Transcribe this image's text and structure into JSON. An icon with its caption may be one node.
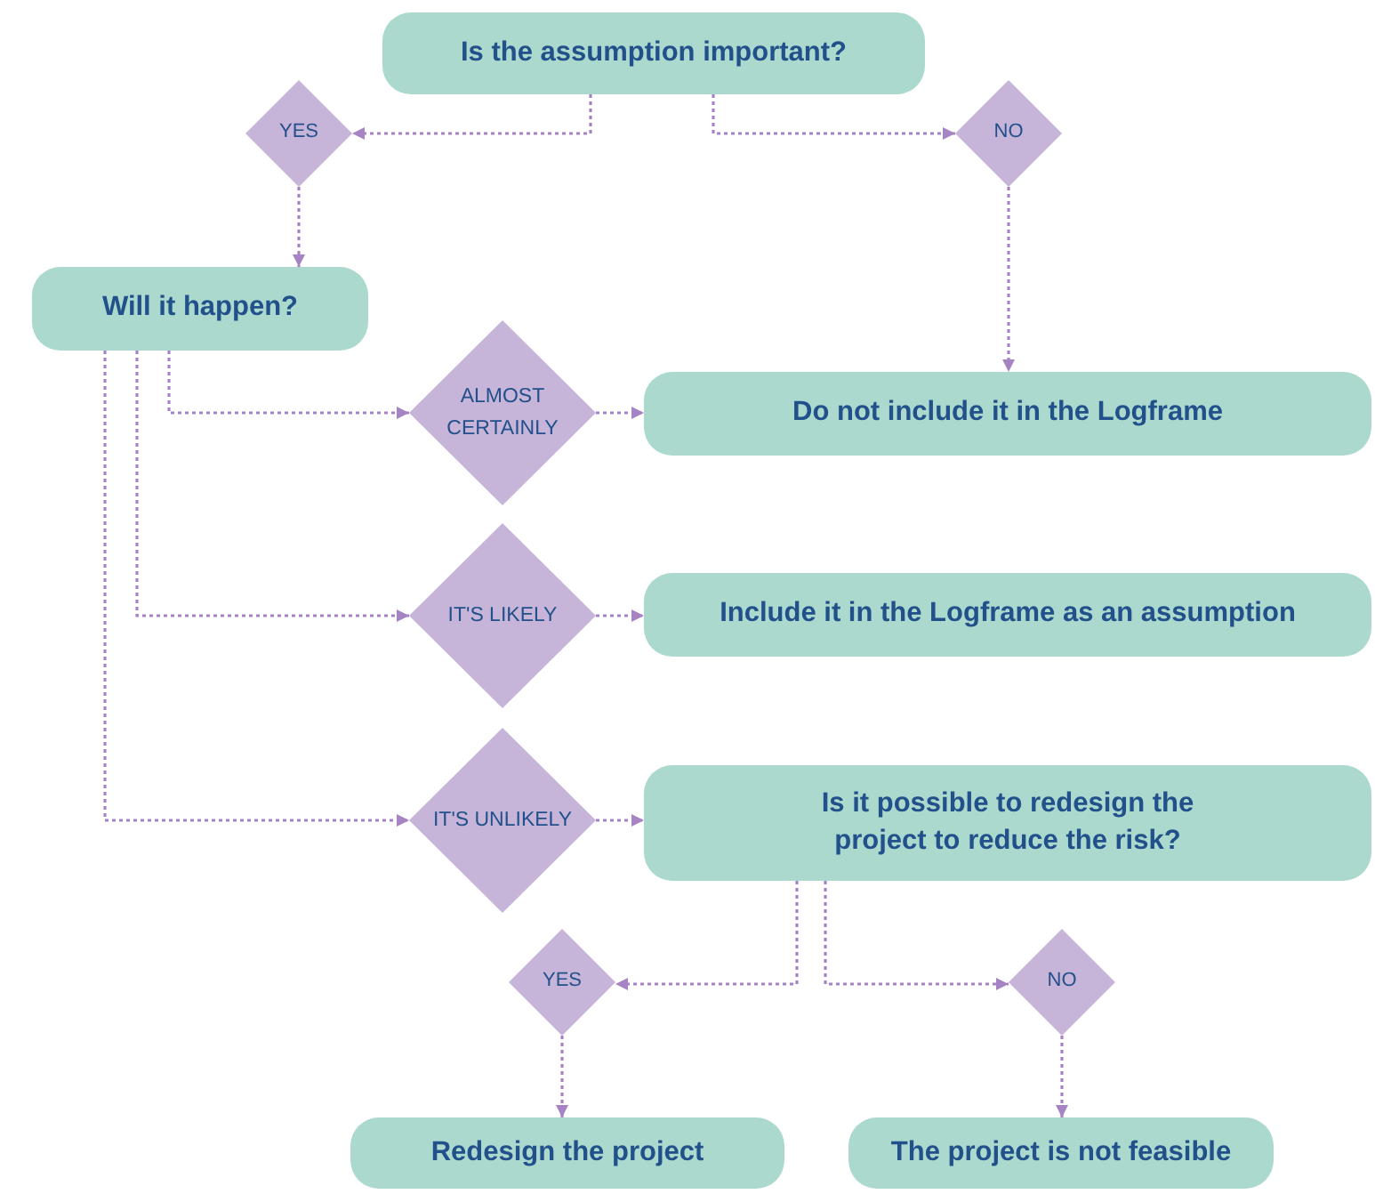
{
  "diagram": {
    "nodes": [
      {
        "text": [
          "Is the assumption important?"
        ]
      },
      {
        "text": [
          "YES"
        ]
      },
      {
        "text": [
          "NO"
        ]
      },
      {
        "text": [
          "Will it happen?"
        ]
      },
      {
        "text": [
          "ALMOST CERTAINLY"
        ]
      },
      {
        "text": [
          "Do not include it in the Logframe"
        ]
      },
      {
        "text": [
          "IT'S LIKELY"
        ]
      },
      {
        "text": [
          "Include it in the Logframe as an assumption"
        ]
      },
      {
        "text": [
          "IT'S UNLIKELY"
        ]
      },
      {
        "text": [
          "Is it possible to redesign the project to reduce the risk?"
        ]
      },
      {
        "text": [
          "YES"
        ]
      },
      {
        "text": [
          "NO"
        ]
      },
      {
        "text": [
          "Redesign the project"
        ]
      },
      {
        "text": [
          "The project is not feasible"
        ]
      }
    ],
    "edges": [
      {
        "from": 0,
        "to": 1,
        "arrow": "to",
        "style": "dashed"
      },
      {
        "from": 0,
        "to": 2,
        "arrow": "to",
        "style": "dashed"
      },
      {
        "from": 1,
        "to": 3,
        "arrow": "to",
        "style": "dashed"
      },
      {
        "from": 2,
        "to": 5,
        "arrow": "to",
        "style": "dashed"
      },
      {
        "from": 3,
        "to": 4,
        "arrow": "to",
        "style": "dashed"
      },
      {
        "from": 4,
        "to": 5,
        "arrow": "to",
        "style": "dashed"
      },
      {
        "from": 3,
        "to": 6,
        "arrow": "to",
        "style": "dashed"
      },
      {
        "from": 6,
        "to": 7,
        "arrow": "to",
        "style": "dashed"
      },
      {
        "from": 3,
        "to": 8,
        "arrow": "to",
        "style": "dashed"
      },
      {
        "from": 8,
        "to": 9,
        "arrow": "to",
        "style": "dashed"
      },
      {
        "from": 9,
        "to": 10,
        "arrow": "to",
        "style": "dashed"
      },
      {
        "from": 9,
        "to": 11,
        "arrow": "to",
        "style": "dashed"
      },
      {
        "from": 10,
        "to": 12,
        "arrow": "to",
        "style": "dashed"
      },
      {
        "from": 11,
        "to": 13,
        "arrow": "to",
        "style": "dashed"
      }
    ]
  }
}
